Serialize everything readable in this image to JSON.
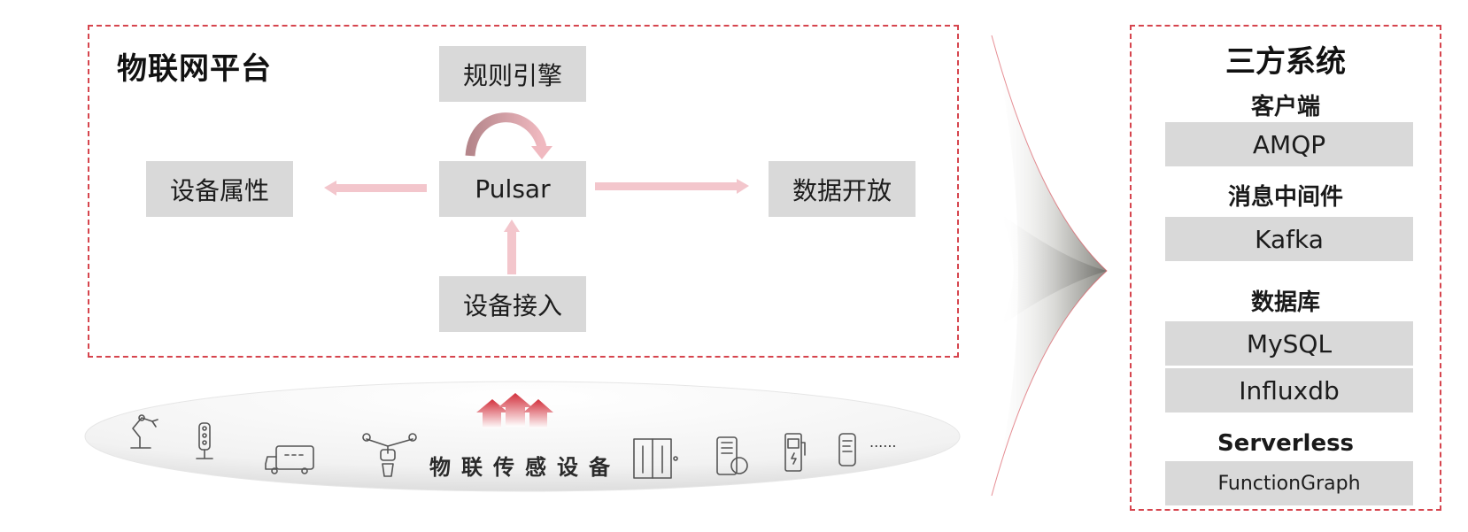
{
  "platform": {
    "title": "物联网平台",
    "rules_engine": "规则引擎",
    "pulsar": "Pulsar",
    "device_props": "设备属性",
    "data_open": "数据开放",
    "device_access": "设备接入"
  },
  "third_party": {
    "title": "三方系统",
    "sections": [
      {
        "label": "客户端",
        "items": [
          "AMQP"
        ]
      },
      {
        "label": "消息中间件",
        "items": [
          "Kafka"
        ]
      },
      {
        "label": "数据库",
        "items": [
          "MySQL",
          "Influxdb"
        ]
      },
      {
        "label": "Serverless",
        "items": [
          "FunctionGraph"
        ]
      }
    ]
  },
  "sensors": {
    "label": "物联传感设备",
    "more": "......",
    "icons": [
      "robot-arm-icon",
      "traffic-light-icon",
      "delivery-truck-icon",
      "drone-icon",
      "elevator-icon",
      "smart-meter-icon",
      "charging-pile-icon",
      "smart-lock-icon"
    ]
  },
  "colors": {
    "dashed_border": "#d6454e",
    "node_fill": "#d9d9d9",
    "arrow_pink": "#f3c6cc",
    "arrow_red": "#d2303c"
  }
}
